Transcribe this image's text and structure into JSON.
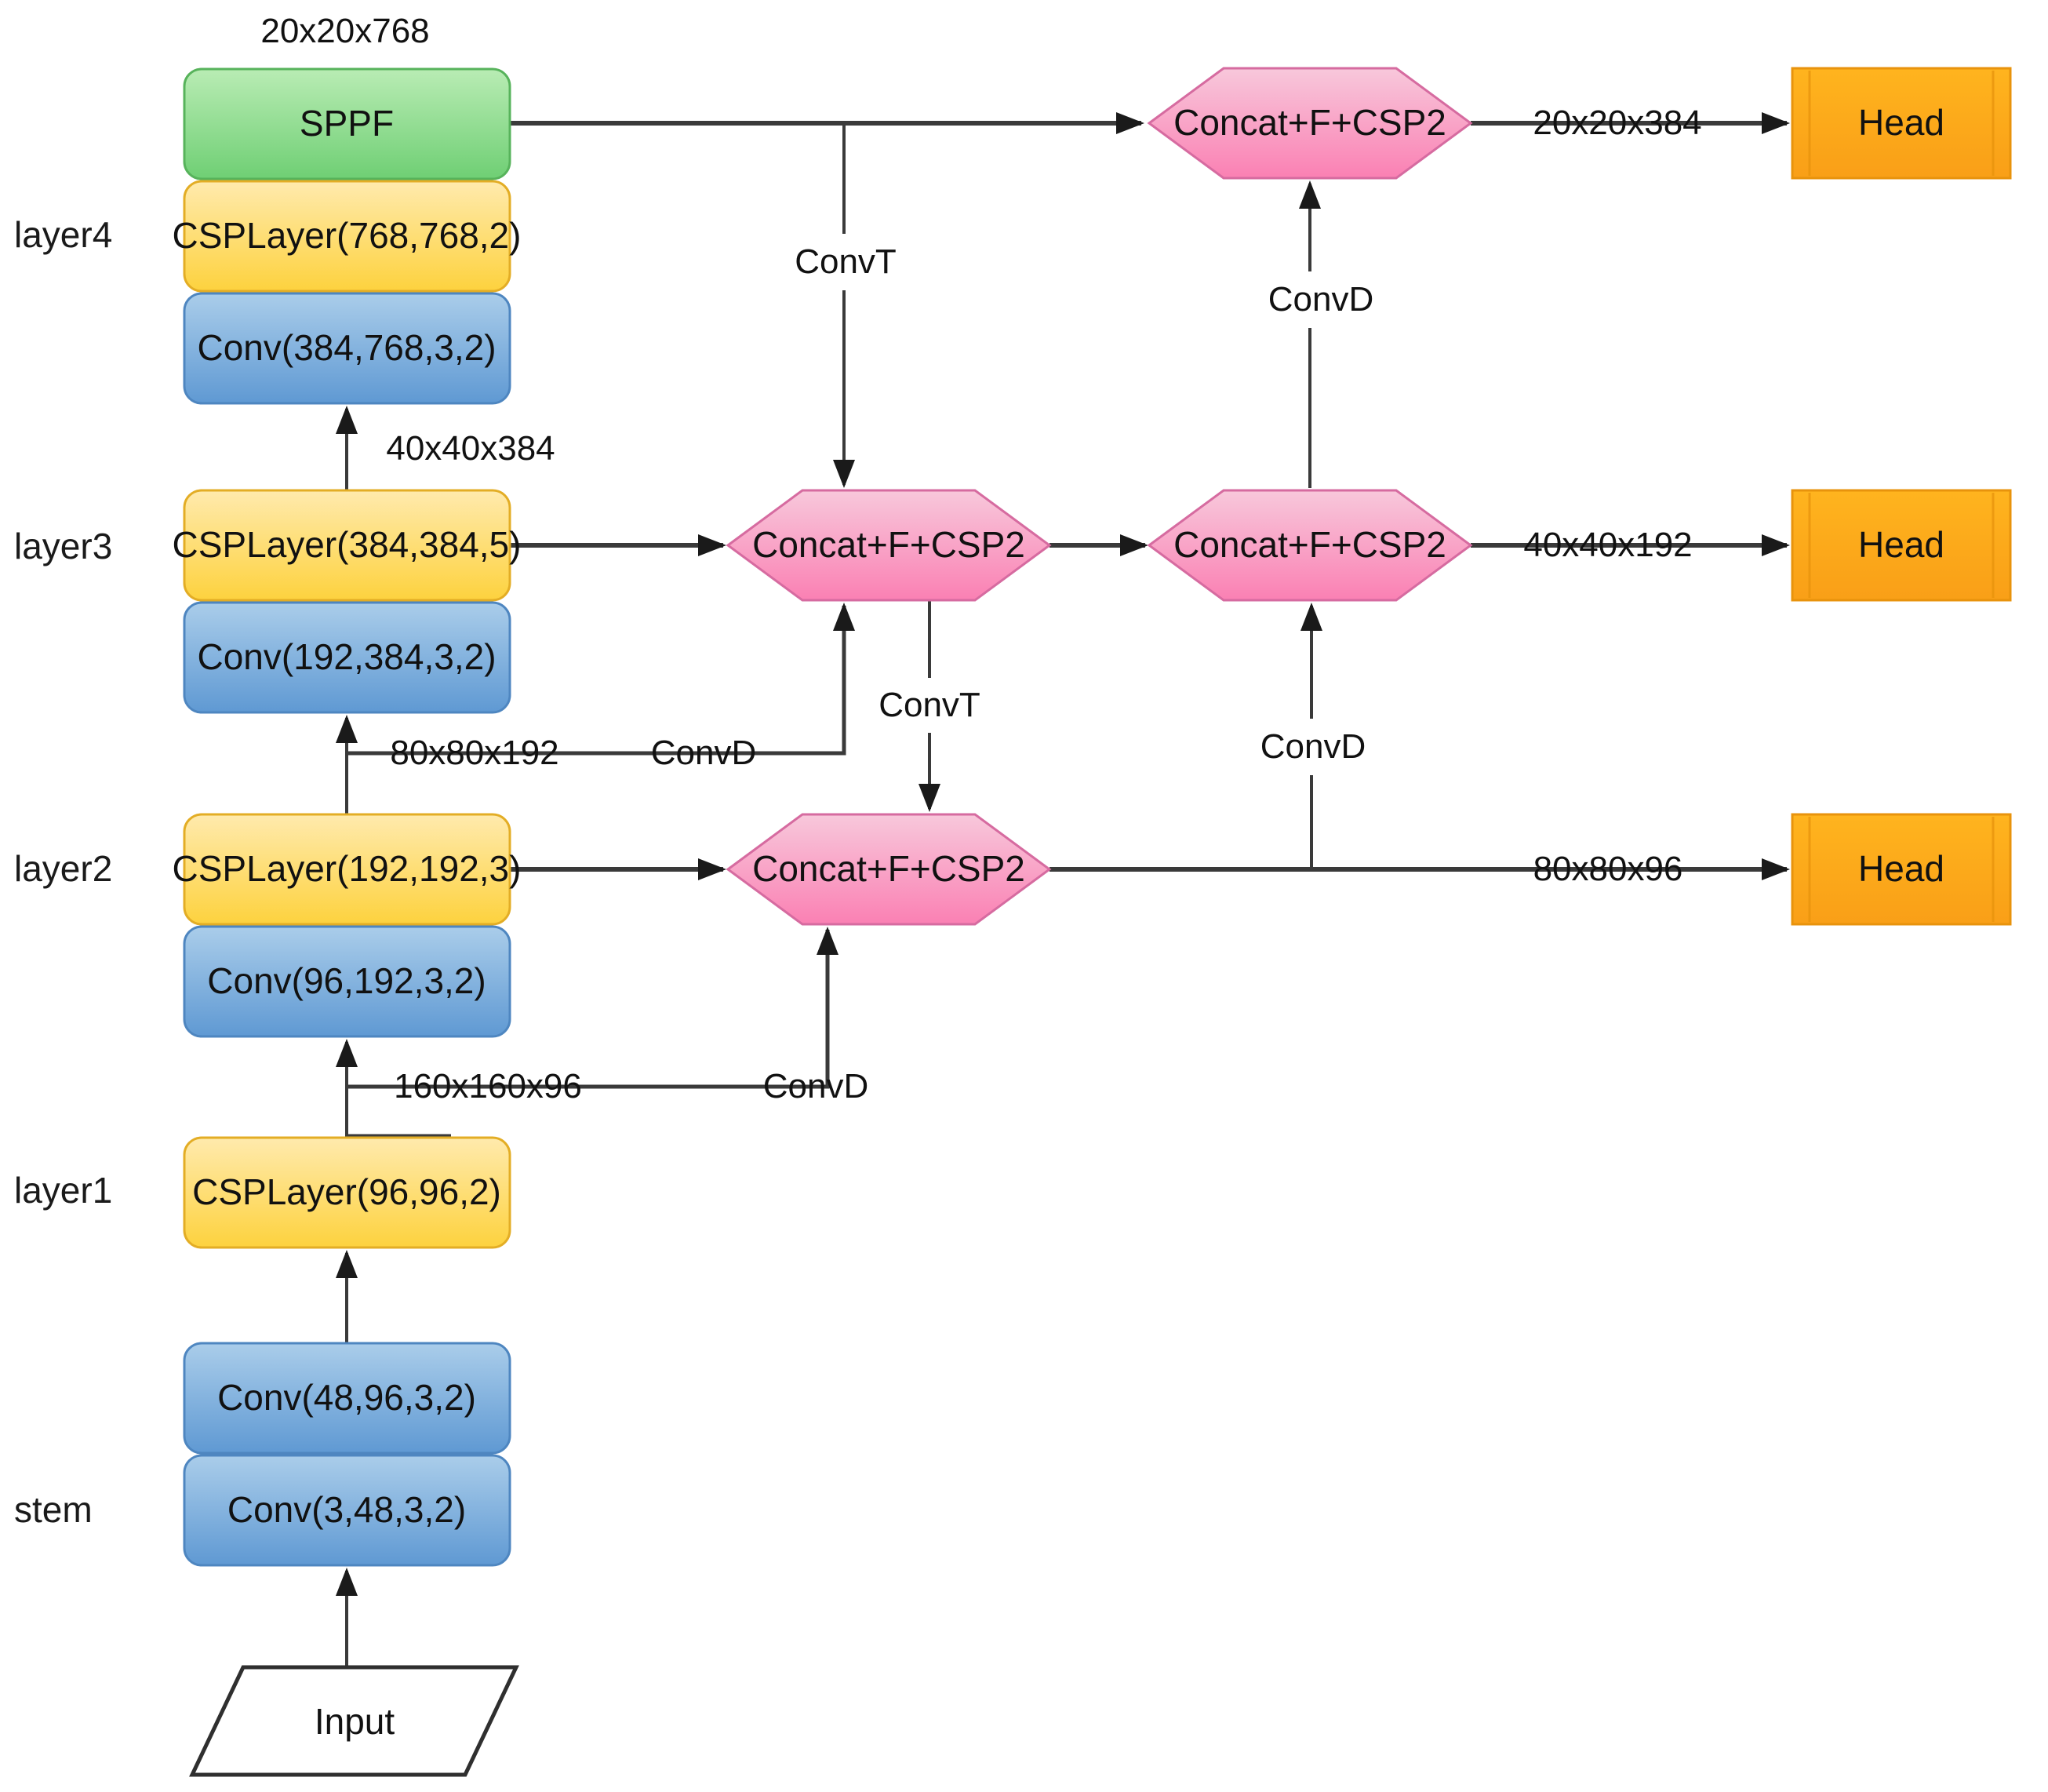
{
  "colors": {
    "sppf_green": "#6fcf74",
    "csp_yellow": "#fdd23e",
    "conv_blue": "#5f99d3",
    "concat_pink": "#fa80b3",
    "head_orange": "#f9a01b",
    "connector_line": "#3a3a3a"
  },
  "backbone": {
    "dim_top": "20x20x768",
    "sppf": "SPPF",
    "layer4": {
      "label": "layer4",
      "csp": "CSPLayer(768,768,2)",
      "conv": "Conv(384,768,3,2)",
      "in_dim": "40x40x384"
    },
    "layer3": {
      "label": "layer3",
      "csp": "CSPLayer(384,384,5)",
      "conv": "Conv(192,384,3,2)"
    },
    "layer2": {
      "label": "layer2",
      "csp": "CSPLayer(192,192,3)",
      "conv": "Conv(96,192,3,2)"
    },
    "layer1": {
      "label": "layer1",
      "csp": "CSPLayer(96,96,2)"
    },
    "stem": {
      "label": "stem",
      "conv_b": "Conv(48,96,3,2)",
      "conv_a": "Conv(3,48,3,2)"
    },
    "input": "Input"
  },
  "skips": {
    "skip_80": {
      "dim": "80x80x192",
      "op": "ConvD"
    },
    "skip_160": {
      "dim": "160x160x96",
      "op": "ConvD"
    }
  },
  "neck": {
    "hex_top": "Concat+F+CSP2",
    "hex_mid_left": "Concat+F+CSP2",
    "hex_mid_right": "Concat+F+CSP2",
    "hex_bottom": "Concat+F+CSP2",
    "convt_from_sppf": "ConvT",
    "convt_mid": "ConvT",
    "convd_to_top": "ConvD",
    "convd_to_mid": "ConvD"
  },
  "outputs": {
    "p5": {
      "dim": "20x20x384",
      "head": "Head"
    },
    "p4": {
      "dim": "40x40x192",
      "head": "Head"
    },
    "p3": {
      "dim": "80x80x96",
      "head": "Head"
    }
  }
}
